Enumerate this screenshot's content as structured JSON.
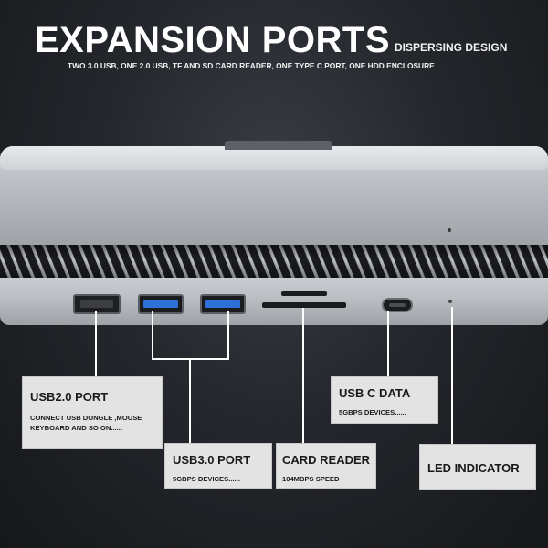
{
  "header": {
    "title": "EXPANSION PORTS",
    "title_aside": "DISPERSING DESIGN",
    "subtitle": "TWO 3.0 USB, ONE 2.0 USB, TF AND SD CARD READER, ONE TYPE C PORT, ONE HDD ENCLOSURE"
  },
  "callouts": {
    "usb2": {
      "title": "USB2.0 PORT",
      "desc": "CONNECT USB DONGLE ,MOUSE KEYBOARD AND SO ON......"
    },
    "usb3": {
      "title": "USB3.0 PORT",
      "desc": "5GBPS DEVICES......"
    },
    "card_reader": {
      "title": "CARD READER",
      "desc": "104MBPS SPEED"
    },
    "usbc": {
      "title": "USB C DATA",
      "desc": "5GBPS DEVICES......"
    },
    "led": {
      "title": "LED INDICATOR"
    }
  },
  "colors": {
    "usb3_port": "#2f6fd8",
    "callout_bg": "#e3e3e3",
    "device_silver": "#b8bcc1"
  }
}
